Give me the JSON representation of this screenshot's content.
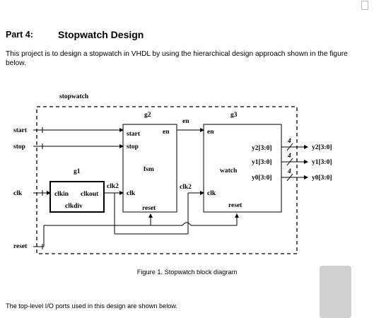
{
  "heading": {
    "part_label": "Part 4:",
    "title": "Stopwatch Design"
  },
  "intro_text": "This project is to design a stopwatch in VHDL by using the hierarchical design approach shown in the figure below.",
  "diagram": {
    "top_label": "stopwatch",
    "inputs": {
      "start": "start",
      "stop": "stop",
      "clk": "clk",
      "reset": "reset"
    },
    "g1": {
      "name": "g1",
      "port_in": "clkin",
      "port_out": "clkout",
      "entity": "clkdiv",
      "out_signal": "clk2"
    },
    "g2": {
      "name": "g2",
      "start": "start",
      "stop": "stop",
      "en": "en",
      "entity": "fsm",
      "clk": "clk",
      "reset": "reset",
      "clk2_signal": "clk2"
    },
    "g3": {
      "name": "g3",
      "en": "en",
      "entity": "watch",
      "clk": "clk",
      "reset": "reset",
      "y2": "y2[3:0]",
      "y1": "y1[3:0]",
      "y0": "y0[3:0]"
    },
    "en_signal": "en",
    "bus_width": "4",
    "outputs": {
      "y2": "y2[3:0]",
      "y1": "y1[3:0]",
      "y0": "y0[3:0]"
    }
  },
  "figure_caption": "Figure 1. Stopwatch block diagram",
  "ports_intro": "The top-level I/O ports used in this design are shown below."
}
